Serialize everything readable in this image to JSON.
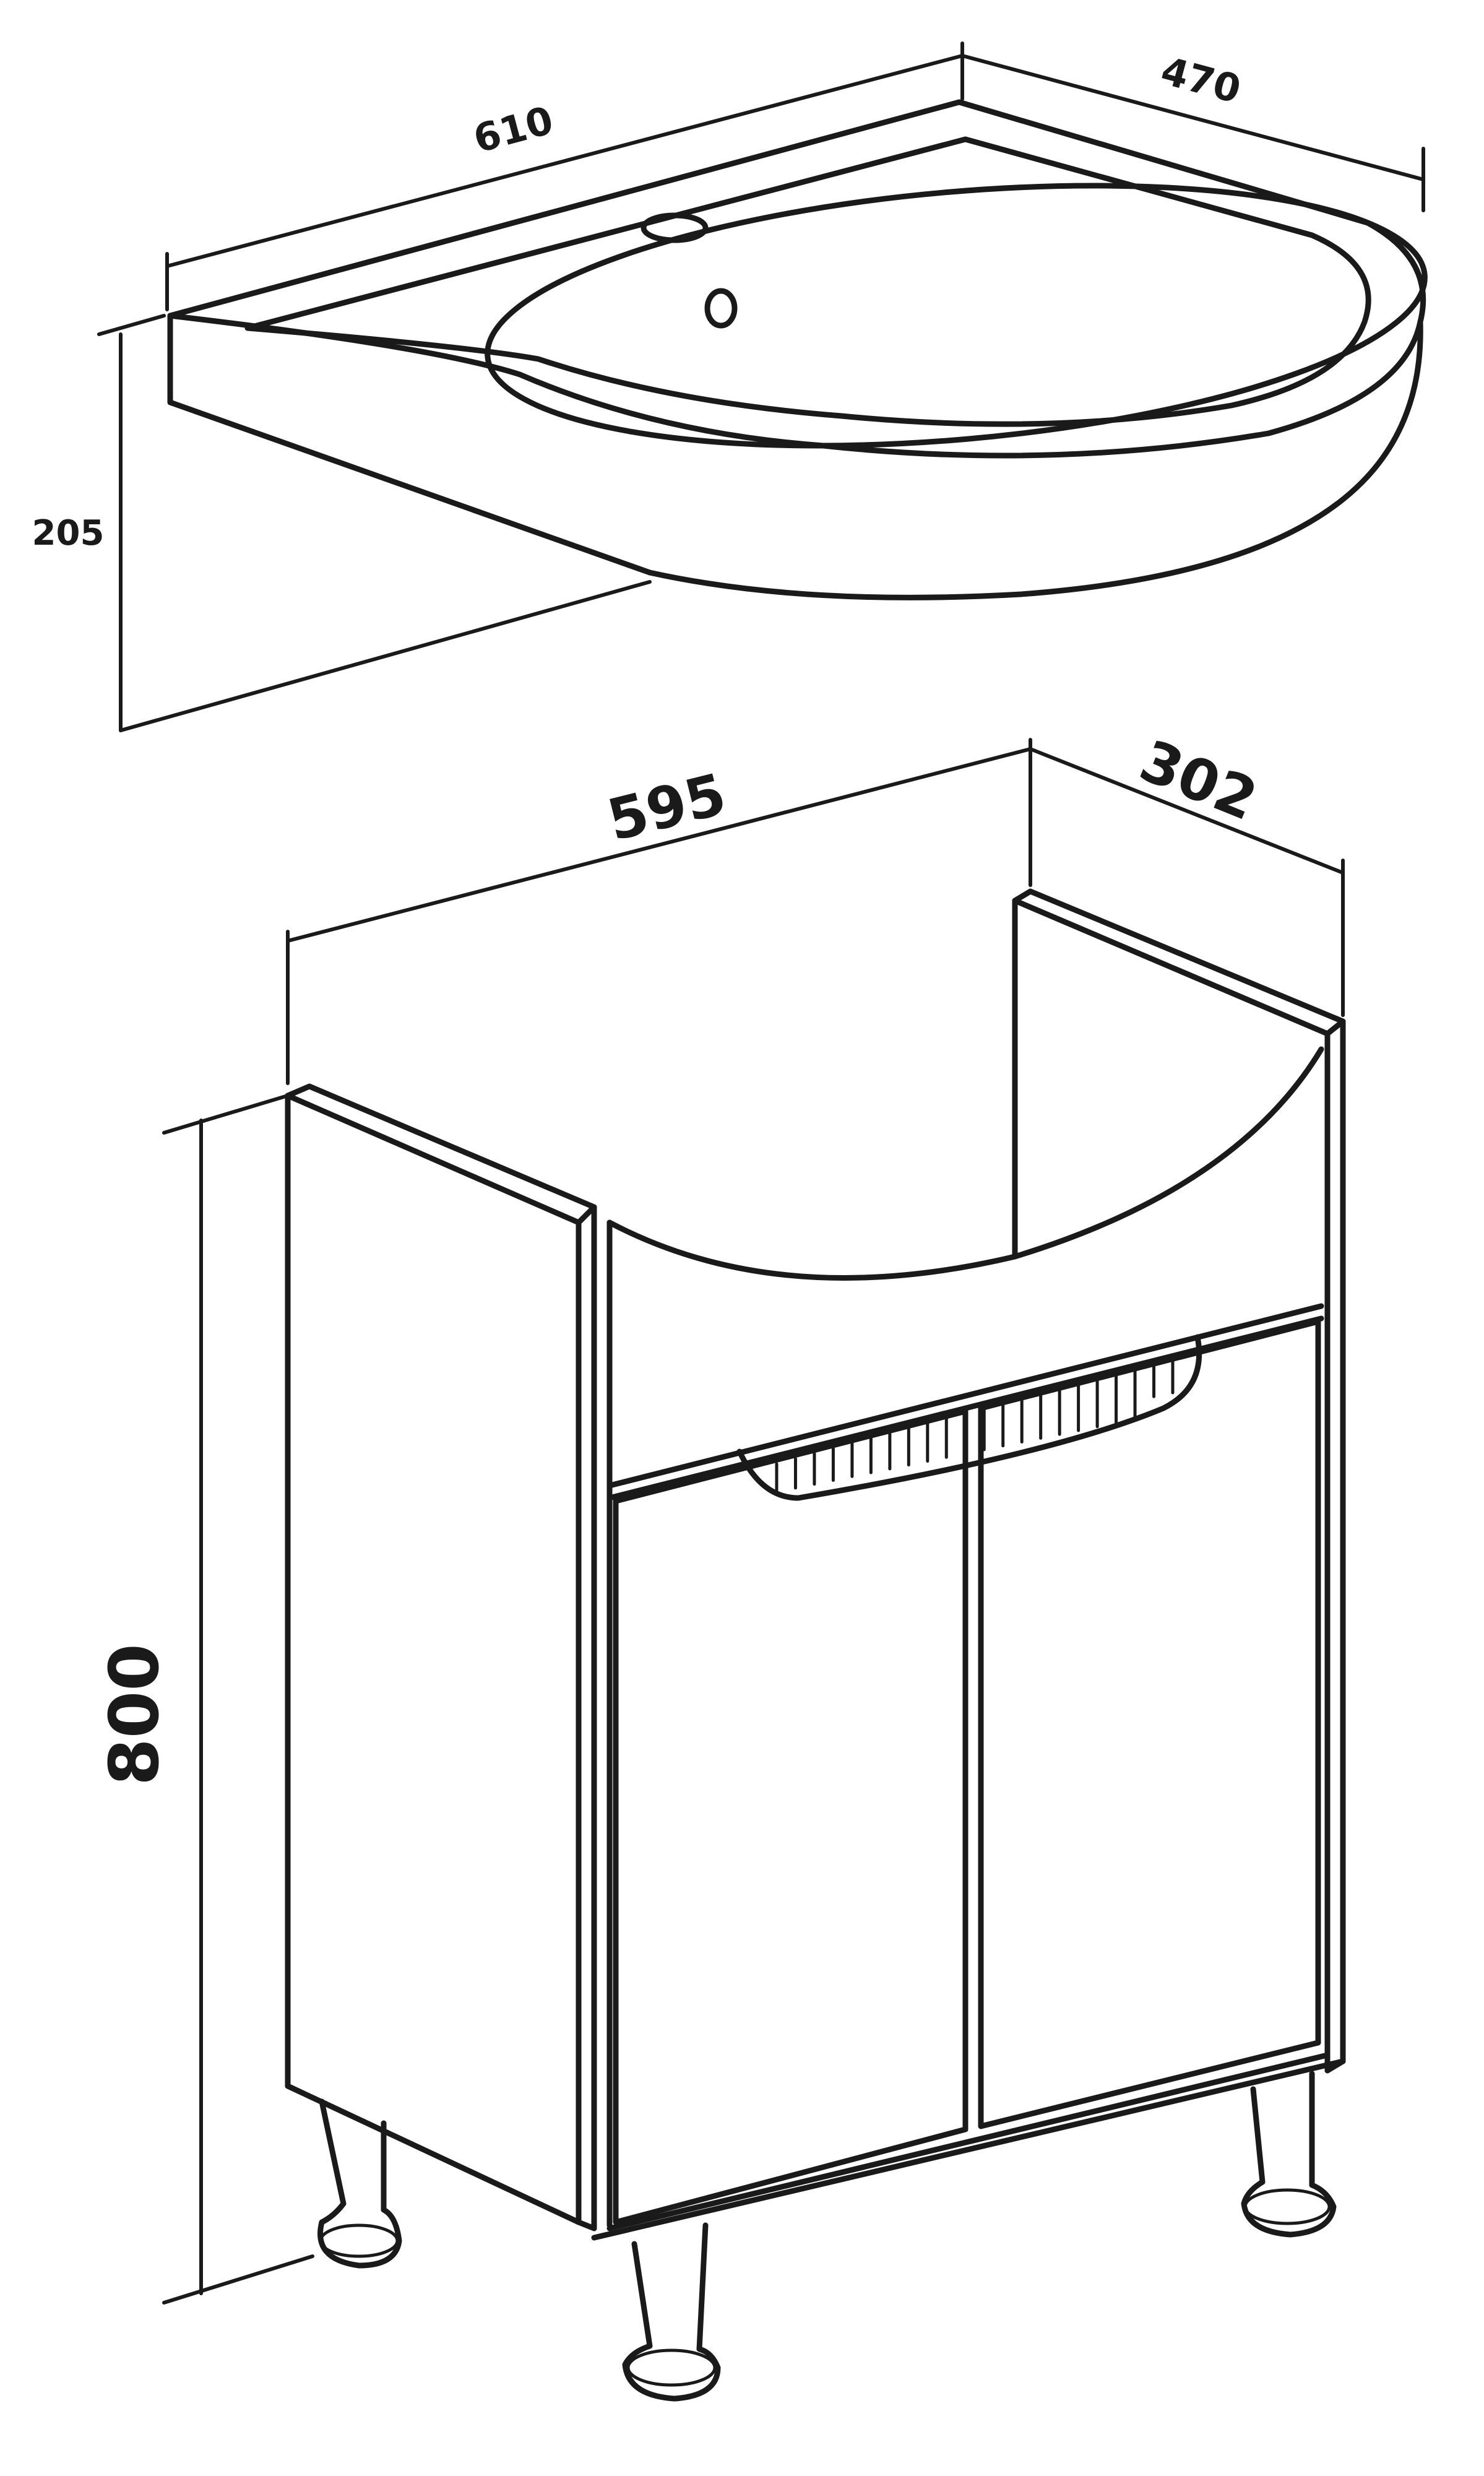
{
  "diagram": {
    "basin": {
      "width_label": "610",
      "depth_label": "470",
      "height_label": "205"
    },
    "cabinet": {
      "width_label": "595",
      "depth_label": "302",
      "height_label": "800"
    }
  }
}
